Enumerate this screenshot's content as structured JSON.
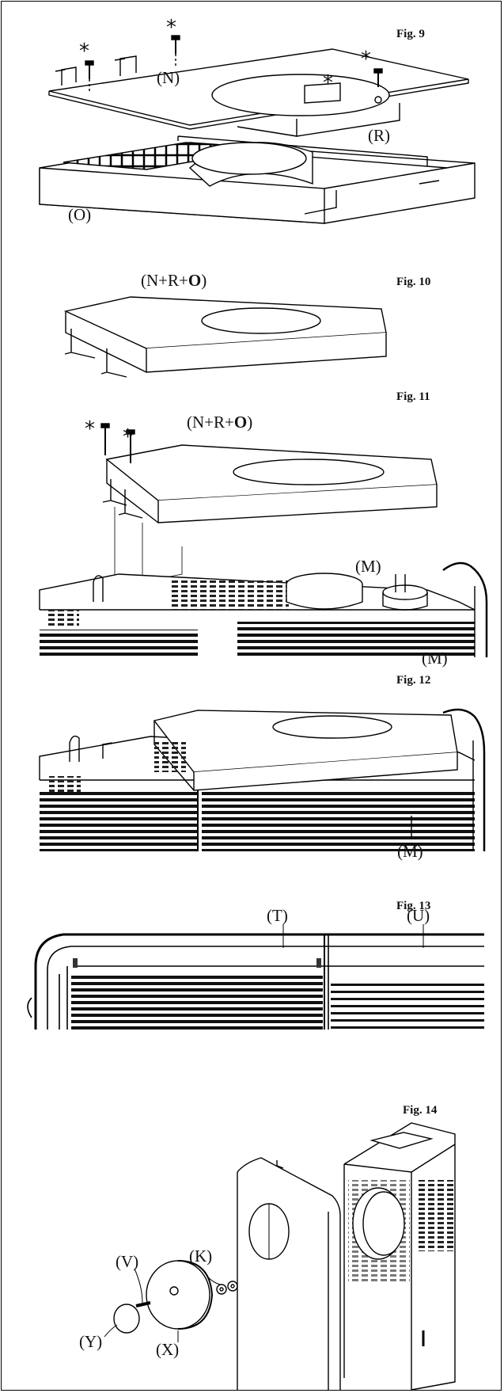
{
  "figures": {
    "fig9": "Fig. 9",
    "fig10": "Fig. 10",
    "fig11": "Fig. 11",
    "fig12": "Fig. 12",
    "fig13": "Fig. 13",
    "fig14": "Fig. 14"
  },
  "labels": {
    "N": "(N)",
    "R": "(R)",
    "O": "(O)",
    "M": "(M)",
    "T": "(T)",
    "U": "(U)",
    "K": "(K)",
    "V": "(V)",
    "X": "(X)",
    "Y": "(Y)",
    "assembly_prefix": "(N+R+",
    "assembly_bold": "O",
    "assembly_suffix": ")",
    "screw_mark": "*"
  }
}
